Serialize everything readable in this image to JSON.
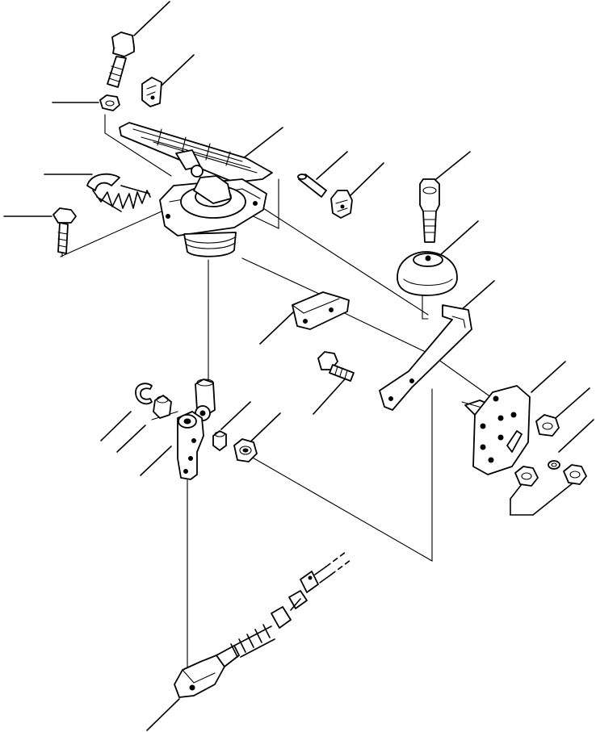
{
  "diagram": {
    "kind": "exploded parts diagram",
    "line_color": "#000000",
    "background": "#ffffff",
    "parts": [
      "bolt-top",
      "clip-small",
      "nut-left",
      "pedal",
      "spring",
      "bolt-left",
      "pin",
      "clip-right",
      "pedal-base-bellows",
      "bolt-knob",
      "rubber-boot",
      "bracket-small",
      "bracket-long",
      "bolt-mid",
      "cover-plate",
      "nut-right-top",
      "nut-right-bottom",
      "washer-right",
      "nut-right-outer",
      "e-clip",
      "bushing",
      "rod-end",
      "lever",
      "bushing-small",
      "nut-center",
      "cable"
    ]
  }
}
